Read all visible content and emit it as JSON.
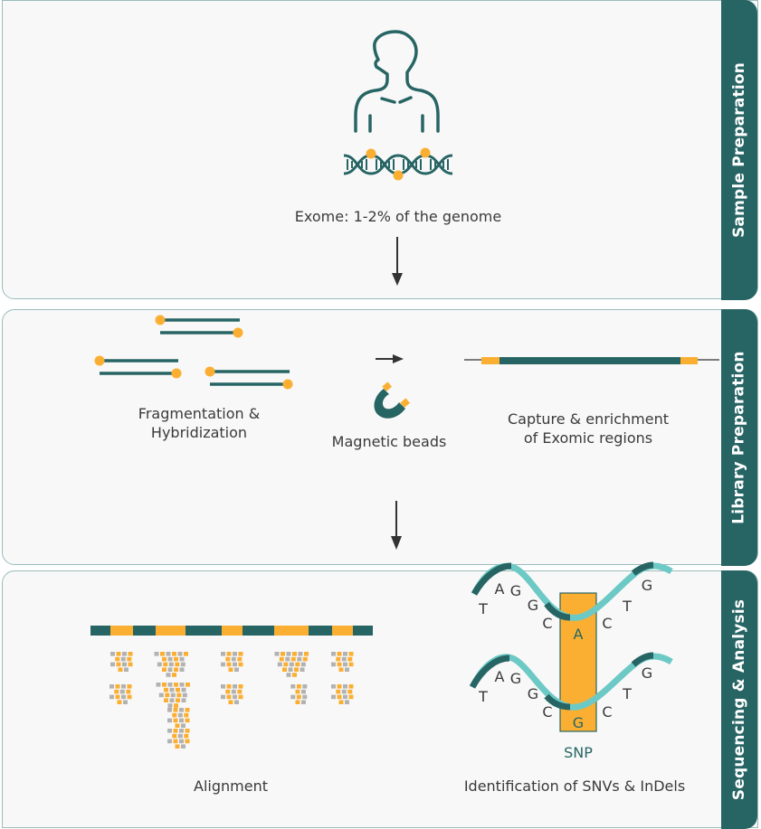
{
  "colors": {
    "teal": "#276564",
    "light_teal": "#6cc9c5",
    "orange": "#fbaf32",
    "gray": "#b2b2b2",
    "text": "#3a3a3a",
    "panel_bg": "#f8f8f8",
    "panel_border": "#9bbcbc"
  },
  "sections": [
    {
      "title": "Sample Preparation",
      "icons": [
        "person-icon",
        "dna-icon"
      ],
      "caption": "Exome: 1-2% of the genome"
    },
    {
      "title": "Library Preparation",
      "steps": [
        {
          "label_line1": "Fragmentation &",
          "label_line2": "Hybridization"
        },
        {
          "label": "Magnetic beads"
        },
        {
          "label_line1": "Capture & enrichment",
          "label_line2": "of Exomic regions"
        }
      ]
    },
    {
      "title": "Sequencing & Analysis",
      "steps": [
        {
          "label": "Alignment"
        },
        {
          "label": "Identification of SNVs & InDels",
          "snp_label": "SNP",
          "strand_top": {
            "left_bases": [
              "T",
              "A",
              "G",
              "G",
              "C"
            ],
            "snp_base": "A",
            "right_bases": [
              "C",
              "T",
              "G"
            ]
          },
          "strand_bottom": {
            "left_bases": [
              "T",
              "A",
              "G",
              "G",
              "C"
            ],
            "snp_base": "G",
            "right_bases": [
              "C",
              "T",
              "G"
            ]
          }
        }
      ]
    }
  ]
}
